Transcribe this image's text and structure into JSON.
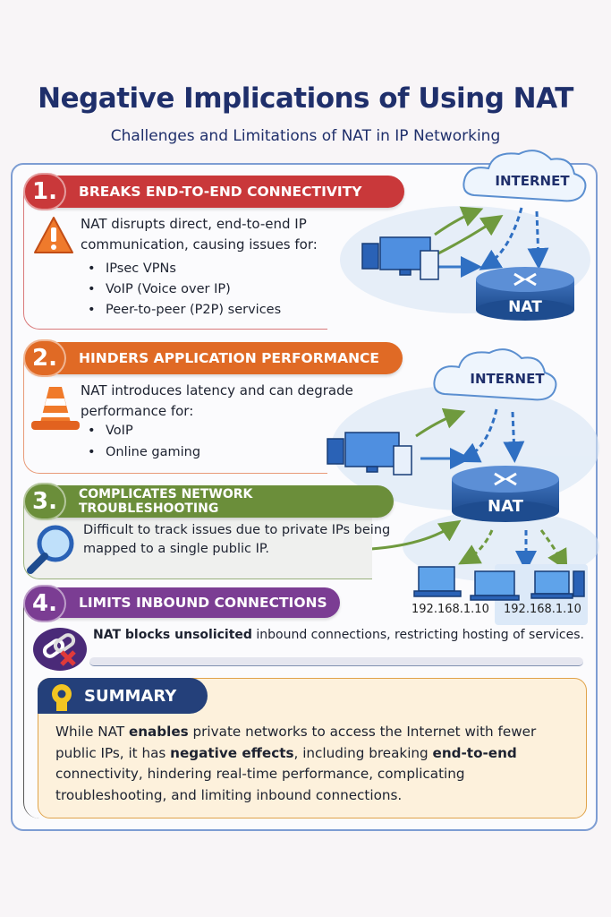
{
  "title": "Negative Implications of Using NAT",
  "subtitle": "Challenges and Limitations of NAT in IP Networking",
  "colors": {
    "s1": "#c9383a",
    "s2": "#e06a25",
    "s3": "#6b8e3a",
    "s4": "#7b3d93",
    "summary": "#24407a",
    "title": "#1f2f6b"
  },
  "sections": [
    {
      "number": "1.",
      "heading": "BREAKS END-TO-END CONNECTIVITY",
      "icon": "warning-icon",
      "text": "NAT disrupts direct, end-to-end IP communication, causing issues for:",
      "bullets": [
        "IPsec VPNs",
        "VoIP (Voice over IP)",
        "Peer-to-peer (P2P) services"
      ]
    },
    {
      "number": "2.",
      "heading": "HINDERS APPLICATION PERFORMANCE",
      "icon": "traffic-cone-icon",
      "text": "NAT introduces latency and can degrade performance for:",
      "bullets": [
        "VoIP",
        "Online gaming"
      ]
    },
    {
      "number": "3.",
      "heading": "COMPLICATES NETWORK TROUBLESHOOTING",
      "icon": "magnifier-icon",
      "text": "Difficult to track issues due to private IPs being mapped to a single public IP."
    },
    {
      "number": "4.",
      "heading": "LIMITS INBOUND CONNECTIONS",
      "icon": "broken-link-icon",
      "text_bold": "NAT blocks unsolicited",
      "text": " inbound connections, restricting hosting of services."
    }
  ],
  "diagram": {
    "internet_label": "INTERNET",
    "nat_label": "NAT",
    "ips": [
      "192.168.1.10",
      "192.168.1.10"
    ]
  },
  "summary": {
    "heading": "SUMMARY",
    "icon": "lightbulb-icon",
    "p1": "While NAT ",
    "b1": "enables",
    "p2": " private networks to access the Internet with fewer public IPs, it has ",
    "b2": "negative effects",
    "p3": ", including breaking ",
    "b3": "end-to-end",
    "p4": " connectivity, hindering real-time performance, complicating troubleshooting, and limiting inbound connections."
  }
}
